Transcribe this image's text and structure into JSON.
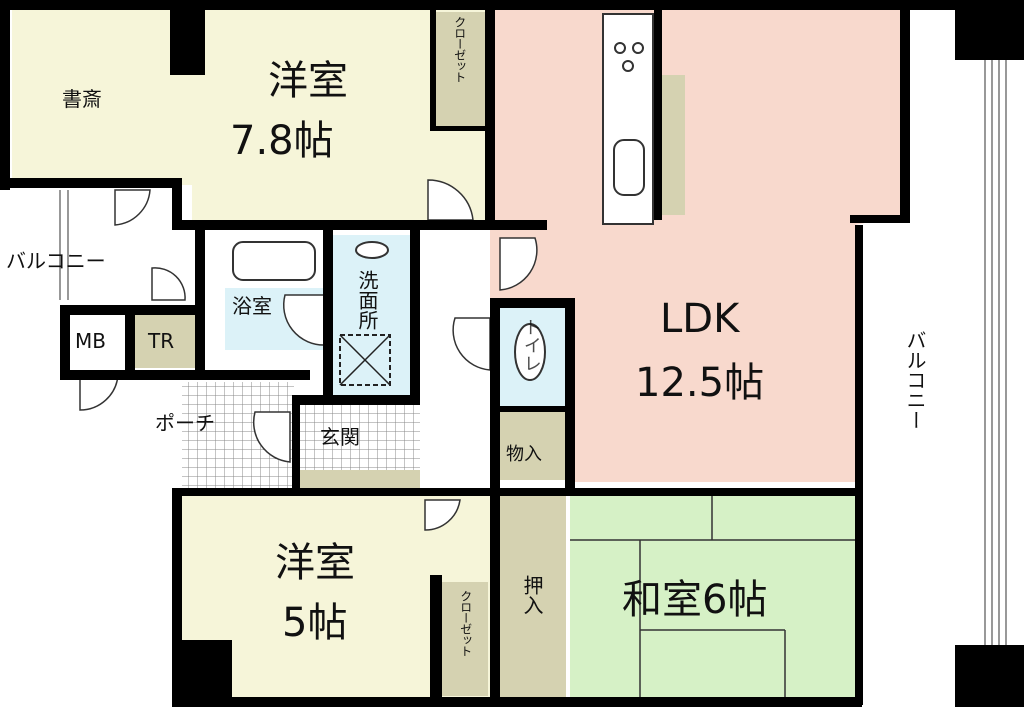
{
  "rooms": {
    "western_room_1": {
      "name": "洋室",
      "size": "7.8帖"
    },
    "study": {
      "name": "書斎"
    },
    "closet_1": {
      "name": "クローゼット"
    },
    "ldk": {
      "name": "LDK",
      "size": "12.5帖"
    },
    "balcony_right": {
      "name": "バルコニー"
    },
    "balcony_left": {
      "name": "バルコニー"
    },
    "bathroom": {
      "name": "浴室"
    },
    "washroom": {
      "name": "洗面所"
    },
    "mb": {
      "name": "MB"
    },
    "tr": {
      "name": "TR"
    },
    "toilet": {
      "name": "トイレ"
    },
    "storage": {
      "name": "物入"
    },
    "porch": {
      "name": "ポーチ"
    },
    "entrance": {
      "name": "玄関"
    },
    "western_room_2": {
      "name": "洋室",
      "size": "5帖"
    },
    "closet_2": {
      "name": "クローゼット"
    },
    "oshiire": {
      "name": "押入"
    },
    "japanese_room": {
      "name": "和室6帖"
    }
  },
  "colors": {
    "western": "#f6f5d9",
    "ldk": "#f8d9cd",
    "wet": "#dcf2f8",
    "storage": "#d5d2b1",
    "tatami": "#d6f1c6",
    "wall": "#000000"
  }
}
